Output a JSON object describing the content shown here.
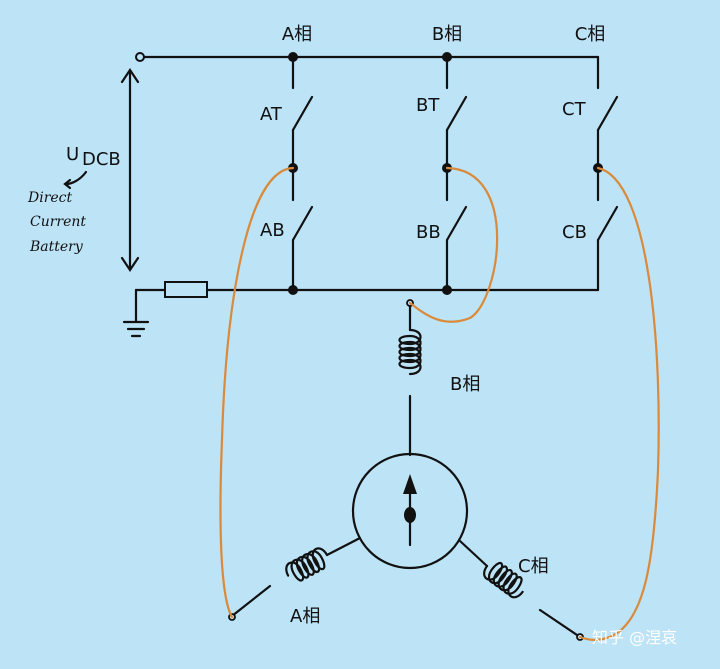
{
  "diagram": {
    "phase_headers": {
      "a": "A相",
      "b": "B相",
      "c": "C相"
    },
    "switches": {
      "at": "AT",
      "ab": "AB",
      "bt": "BT",
      "bb": "BB",
      "ct": "CT",
      "cb": "CB"
    },
    "voltage_label": {
      "main": "U",
      "sub": "DCB"
    },
    "battery_note": [
      "Direct",
      "Current",
      "Battery"
    ],
    "coil_labels": {
      "a": "A相",
      "b": "B相",
      "c": "C相"
    }
  },
  "watermark": "知乎 @涅哀",
  "colors": {
    "background": "#bde3f7",
    "wire": "#111111",
    "motor_lead": "#d98a3a"
  }
}
